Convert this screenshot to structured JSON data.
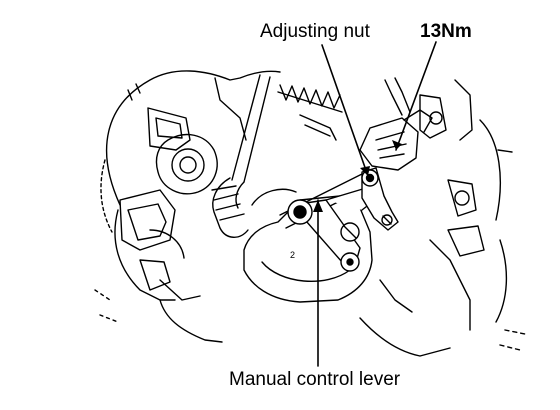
{
  "labels": {
    "adjusting_nut": "Adjusting nut",
    "torque": "13Nm",
    "manual_control_lever": "Manual control  lever",
    "plate_mark": "2"
  }
}
